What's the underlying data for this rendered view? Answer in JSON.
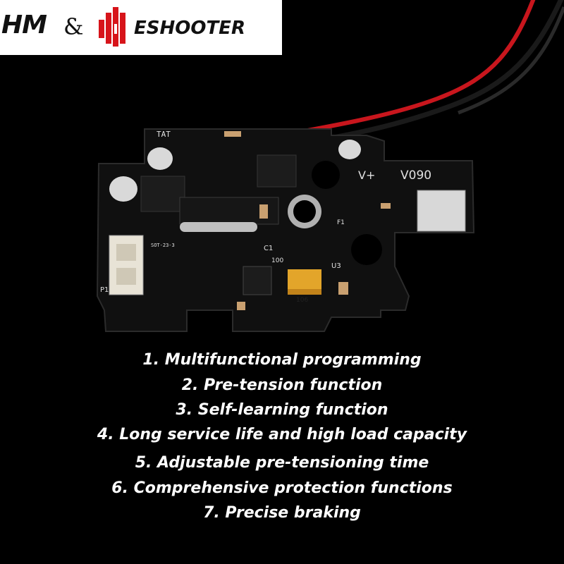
{
  "logo": {
    "hm": "HM",
    "ampersand": "&",
    "brand": "ESHOOTER",
    "accent_color": "#d7141a"
  },
  "board": {
    "labels": [
      "TAT",
      "V+",
      "V090",
      "P1",
      "C1",
      "U3",
      "F1",
      "SOT-23-3",
      "106",
      "100"
    ]
  },
  "features": [
    "1. Multifunctional programming",
    "2. Pre-tension function",
    "3. Self-learning function",
    "4. Long service life and high load capacity",
    "5. Adjustable pre-tensioning time",
    "6. Comprehensive protection functions",
    "7. Precise braking"
  ]
}
